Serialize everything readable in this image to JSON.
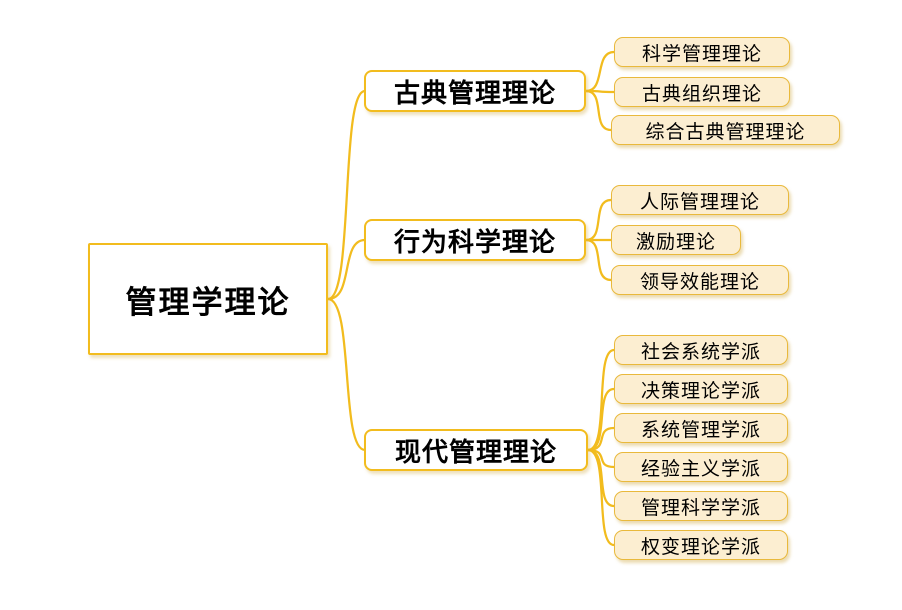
{
  "diagram": {
    "type": "mindmap",
    "root": {
      "label": "管理学理论"
    },
    "branches": [
      {
        "label": "古典管理理论",
        "children": [
          {
            "label": "科学管理理论"
          },
          {
            "label": "古典组织理论"
          },
          {
            "label": "综合古典管理理论"
          }
        ]
      },
      {
        "label": "行为科学理论",
        "children": [
          {
            "label": "人际管理理论"
          },
          {
            "label": "激励理论"
          },
          {
            "label": "领导效能理论"
          }
        ]
      },
      {
        "label": "现代管理理论",
        "children": [
          {
            "label": "社会系统学派"
          },
          {
            "label": "决策理论学派"
          },
          {
            "label": "系统管理学派"
          },
          {
            "label": "经验主义学派"
          },
          {
            "label": "管理科学学派"
          },
          {
            "label": "权变理论学派"
          }
        ]
      }
    ],
    "colors": {
      "connector": "#F2BC1E",
      "node_border": "#F2BC1E",
      "leaf_fill": "#FCEED1",
      "leaf_border": "#E9B93C",
      "text": "#000000",
      "background": "#FFFFFF"
    }
  }
}
